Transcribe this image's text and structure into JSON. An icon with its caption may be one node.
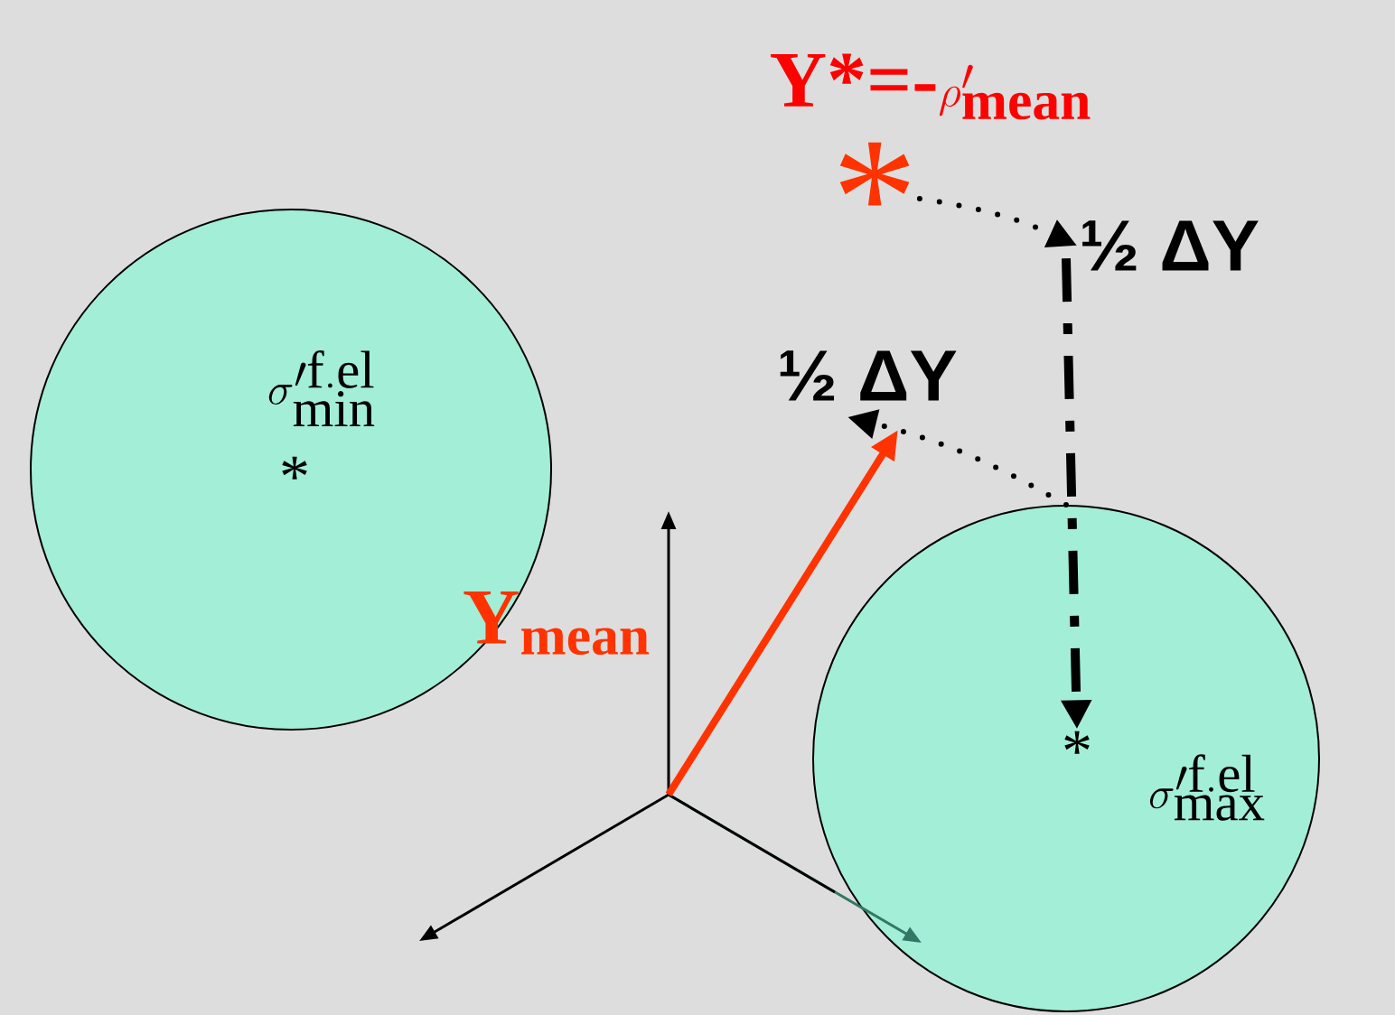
{
  "diagram": {
    "nodes": [
      {
        "text": [
          "\\sigma'^{\\mathrm{f.el}}_{\\mathrm{min}}",
          "*"
        ]
      },
      {
        "text": [
          "\\sigma'^{\\mathrm{f.el}}_{\\mathrm{max}}"
        ]
      },
      {
        "text": [
          "*"
        ],
        "in": 1
      },
      {
        "text": [
          "*"
        ]
      },
      {
        "text": [
          "½ ΔY"
        ]
      },
      {
        "text": [
          "½ ΔY"
        ]
      }
    ],
    "edges": [
      {
        "from": 3,
        "to": 4,
        "arrow": "to",
        "style": "dashed"
      },
      {
        "from": 1,
        "to": 5,
        "arrow": "to",
        "style": "dashed"
      },
      {
        "from": 4,
        "to": 2,
        "arrow": "to",
        "style": "dashed"
      }
    ],
    "labels": [
      "\\mathbf{Y}\\textbf{*=-}\\rho'_{\\mathbf{mean}}",
      "\\mathbf{Y}_{\\mathbf{mean}}"
    ]
  }
}
